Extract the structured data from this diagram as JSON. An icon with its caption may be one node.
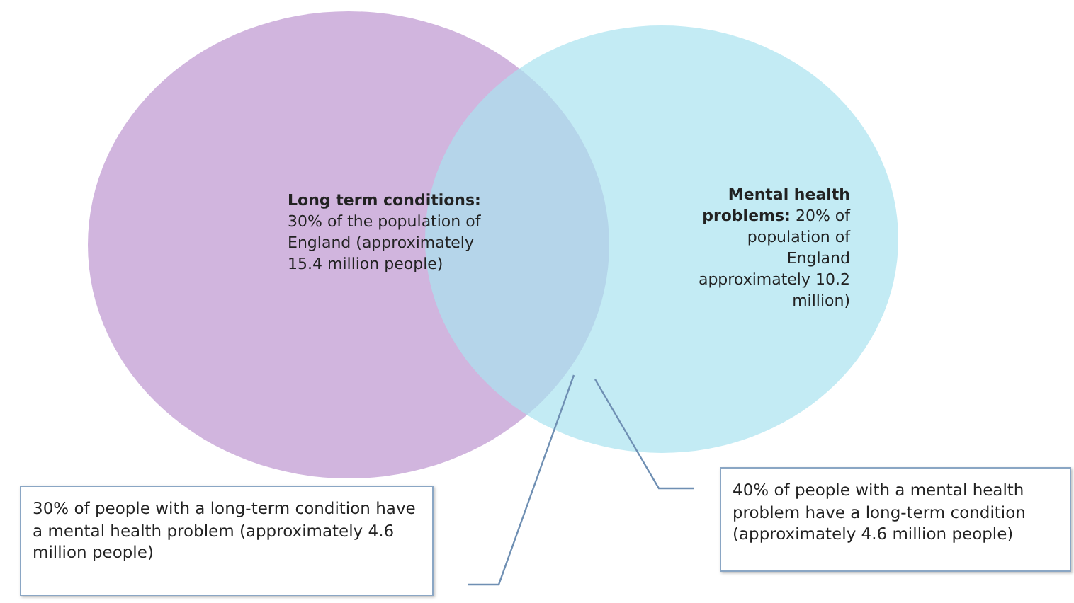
{
  "diagram": {
    "nodes": [
      {
        "text": [
          "**Long term conditions:** 30% of the population of England (approximately 15.4 million people)"
        ]
      },
      {
        "text": [
          "**Mental health problems:** 20% of population of England approximately 10.2 million)"
        ]
      },
      {
        "text": [
          "30% of people with a long-term condition have a mental health problem (approximately 4.6 million people)"
        ]
      },
      {
        "text": [
          "40% of people with a mental health problem have a long-term condition (approximately 4.6 million people)"
        ]
      }
    ],
    "edges": [
      {
        "from": 2,
        "to": 1,
        "arrow": "none"
      },
      {
        "from": 3,
        "to": 1,
        "arrow": "none"
      }
    ]
  }
}
